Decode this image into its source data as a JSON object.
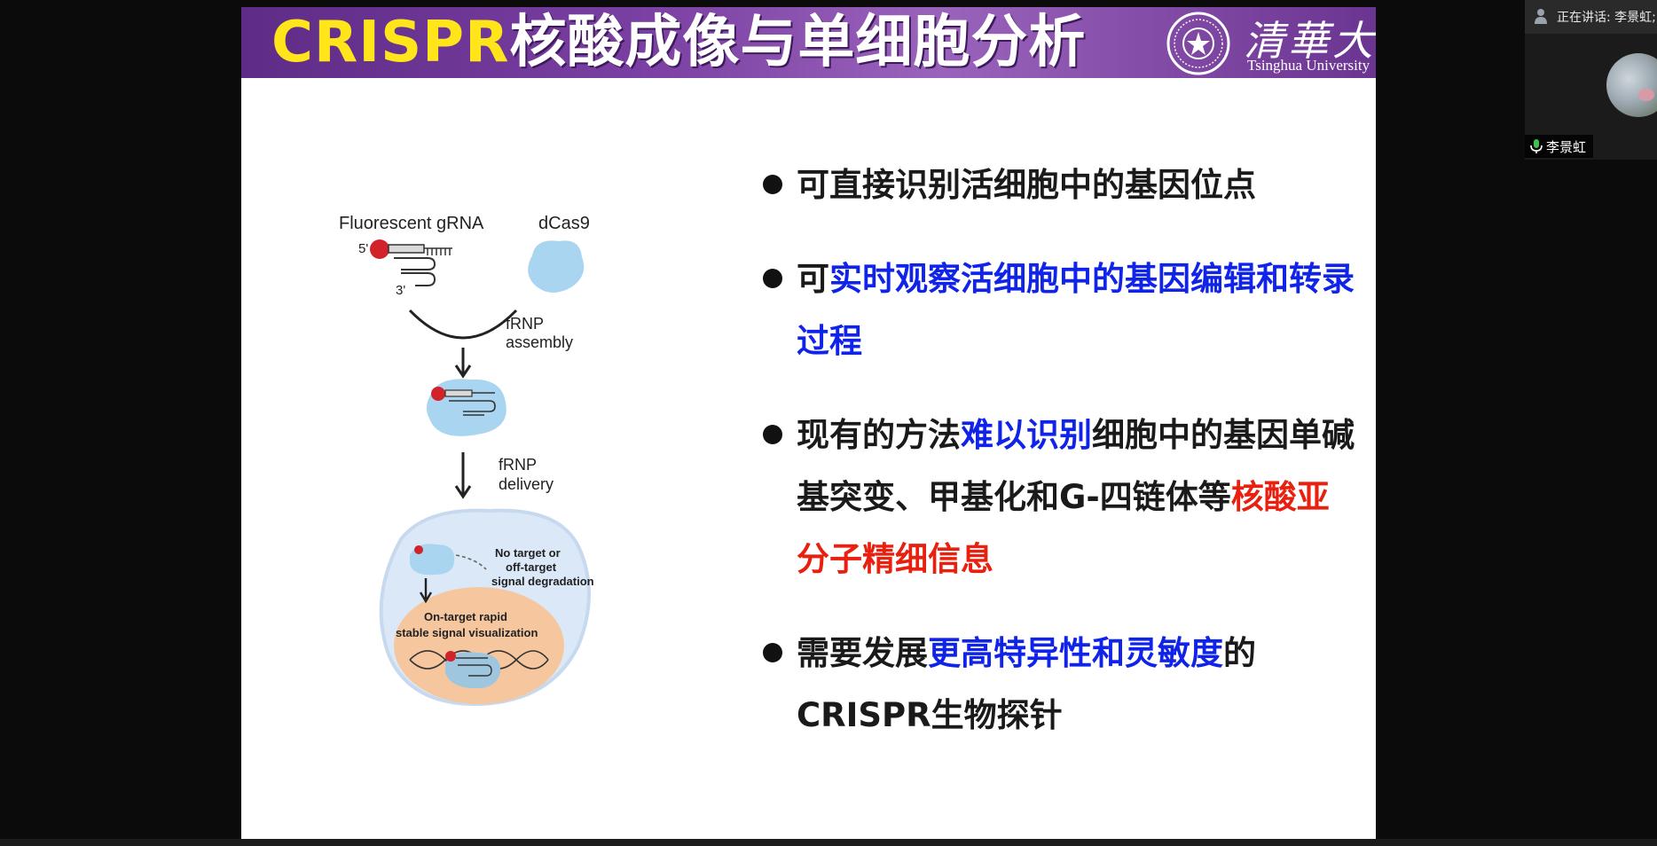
{
  "slide": {
    "title_accent": "CRISPR",
    "title_rest": "核酸成像与单细胞分析",
    "university_cn": "清華大学",
    "university_en": "Tsinghua University",
    "colors": {
      "header": "#7a3fa2",
      "title_accent": "#ffe51a",
      "highlight_blue": "#1023e8",
      "highlight_red": "#e8200f"
    }
  },
  "diagram": {
    "gRNA_label": "Fluorescent gRNA",
    "dcas9_label": "dCas9",
    "five_prime": "5'",
    "three_prime": "3'",
    "step1_line1": "fRNP",
    "step1_line2": "assembly",
    "step2_line1": "fRNP",
    "step2_line2": "delivery",
    "offtarget_line1": "No target or",
    "offtarget_line2": "off-target",
    "offtarget_line3": "signal degradation",
    "ontarget_line1": "On-target rapid",
    "ontarget_line2": "stable signal visualization"
  },
  "bullets": [
    {
      "parts": [
        {
          "text": "可直接识别活细胞中的基因位点"
        }
      ]
    },
    {
      "parts": [
        {
          "text": "可"
        },
        {
          "text": "实时观察活细胞中的基因编辑和转录过程",
          "style": "blue"
        }
      ]
    },
    {
      "parts": [
        {
          "text": "现有的方法"
        },
        {
          "text": "难以识别",
          "style": "blue"
        },
        {
          "text": "细胞中的基因单碱基突变、甲基化和G-四链体等"
        },
        {
          "text": "核酸亚分子精细信息",
          "style": "red"
        }
      ]
    },
    {
      "parts": [
        {
          "text": "需要发展"
        },
        {
          "text": "更高特异性和灵敏度",
          "style": "blue"
        },
        {
          "text": "的CRISPR生物探针"
        }
      ]
    }
  ],
  "meeting": {
    "speaking_label": "正在讲话: 李景虹;",
    "participant_name": "李景虹",
    "icons": [
      "speaker-icon",
      "mic-icon",
      "avatar"
    ]
  }
}
